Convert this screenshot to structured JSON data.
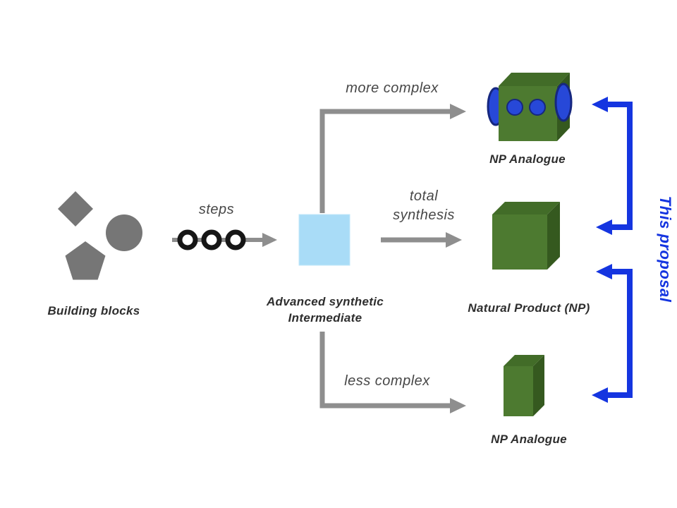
{
  "diagram": {
    "labels": {
      "building_blocks": "Building blocks",
      "steps": "steps",
      "intermediate_line1": "Advanced synthetic",
      "intermediate_line2": "Intermediate",
      "more_complex": "more complex",
      "total_line1": "total",
      "total_line2": "synthesis",
      "less_complex": "less complex",
      "np_analogue_top": "NP Analogue",
      "natural_product": "Natural Product (NP)",
      "np_analogue_bottom": "NP Analogue",
      "proposal": "This proposal"
    },
    "colors": {
      "shape_gray": "#767676",
      "arrow_gray": "#8e8e8e",
      "ring_black": "#161616",
      "intermediate_blue": "#a9dcf7",
      "green_front": "#4d7a30",
      "green_top": "#426c28",
      "green_side": "#35591f",
      "accent_blue": "#1535e0",
      "robot_blue": "#2748d8",
      "text_dark": "#2e2e2e"
    }
  }
}
